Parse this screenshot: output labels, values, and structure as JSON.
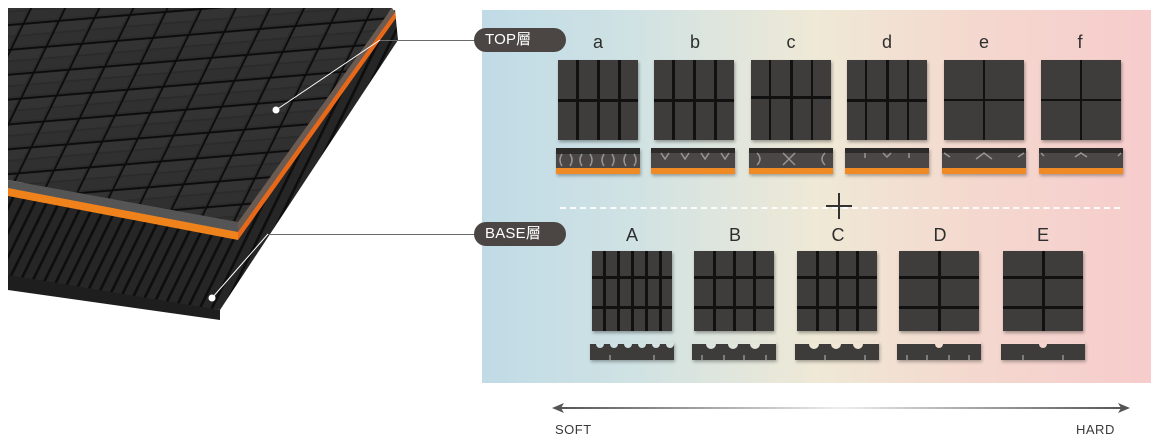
{
  "labels": {
    "top_layer": "TOP層",
    "base_layer": "BASE層"
  },
  "top_layer": {
    "variants": [
      "a",
      "b",
      "c",
      "d",
      "e",
      "f"
    ],
    "section_accent_color": "#f08a24"
  },
  "base_layer": {
    "variants": [
      "A",
      "B",
      "C",
      "D",
      "E"
    ]
  },
  "combine_symbol": "+",
  "scale": {
    "left_label": "SOFT",
    "right_label": "HARD"
  },
  "colors": {
    "pill_bg": "#4b4644",
    "tile": "#3f3d3c",
    "gradient_soft": "#c0dbe6",
    "gradient_hard": "#f6cccc"
  }
}
